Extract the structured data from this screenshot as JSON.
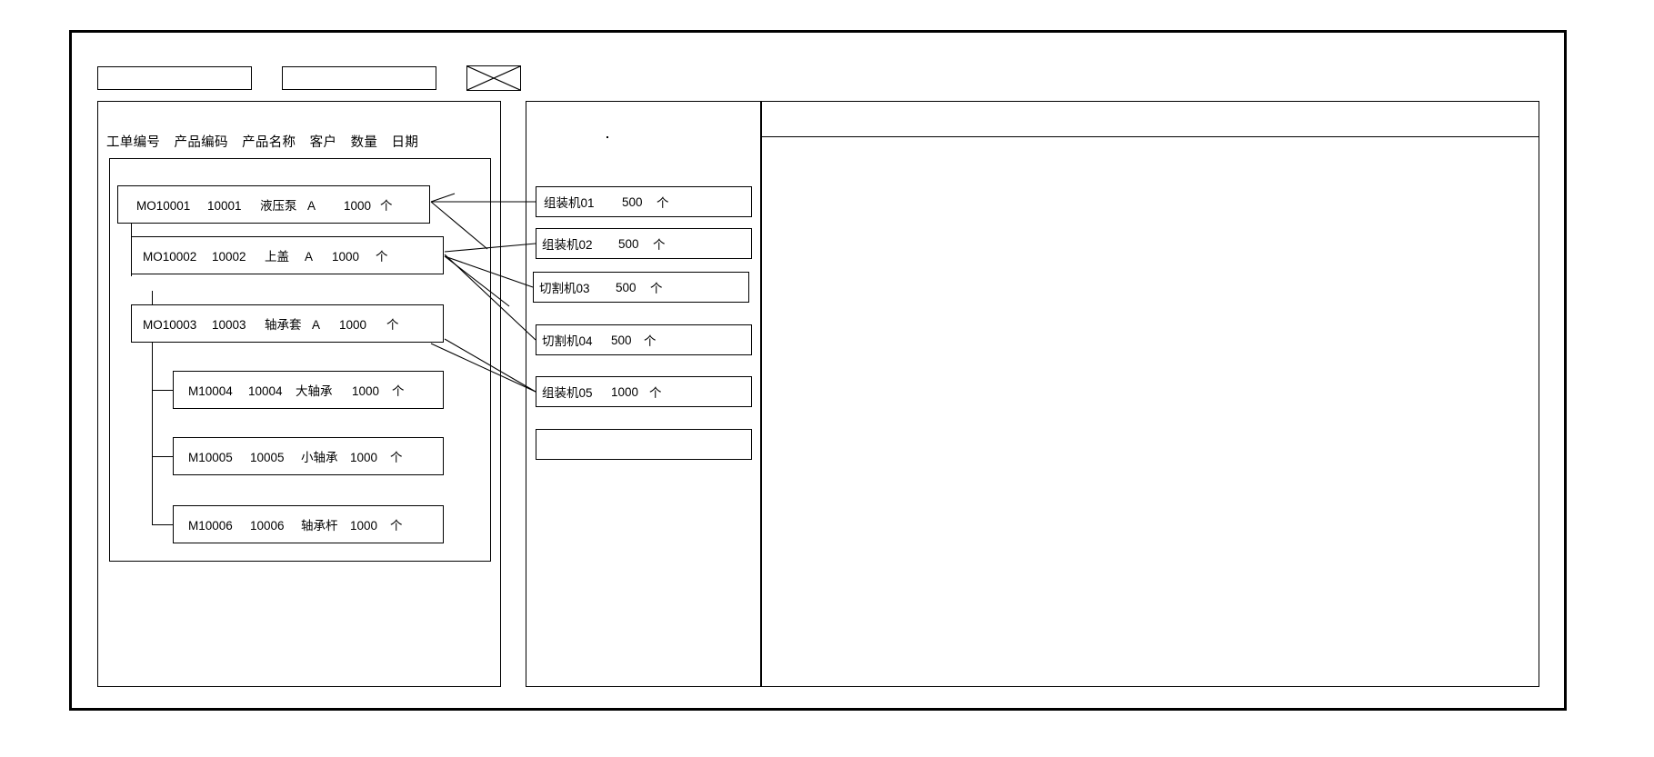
{
  "window": {
    "title": ""
  },
  "toolbar": {
    "field1_value": "",
    "field1_placeholder": "",
    "field2_value": "",
    "field2_placeholder": "",
    "icon_name": "image-placeholder-icon"
  },
  "left_panel": {
    "columns": [
      "工单编号",
      "产品编码",
      "产品名称",
      "客户",
      "数量",
      "日期"
    ],
    "rows": [
      {
        "level": 0,
        "order_no": "MO10001",
        "product_code": "10001",
        "product_name": "液压泵",
        "customer": "A",
        "qty": "1000",
        "unit": "个"
      },
      {
        "level": 1,
        "order_no": "MO10002",
        "product_code": "10002",
        "product_name": "上盖",
        "customer": "A",
        "qty": "1000",
        "unit": "个"
      },
      {
        "level": 1,
        "order_no": "MO10003",
        "product_code": "10003",
        "product_name": "轴承套",
        "customer": "A",
        "qty": "1000",
        "unit": "个"
      },
      {
        "level": 2,
        "order_no": "M10004",
        "product_code": "10004",
        "product_name": "大轴承",
        "customer": "",
        "qty": "1000",
        "unit": "个"
      },
      {
        "level": 2,
        "order_no": "M10005",
        "product_code": "10005",
        "product_name": "小轴承",
        "customer": "",
        "qty": "1000",
        "unit": "个"
      },
      {
        "level": 2,
        "order_no": "M10006",
        "product_code": "10006",
        "product_name": "轴承杆",
        "customer": "",
        "qty": "1000",
        "unit": "个"
      }
    ]
  },
  "middle_panel": {
    "machines": [
      {
        "name": "组装机01",
        "qty": "500",
        "unit": "个"
      },
      {
        "name": "组装机02",
        "qty": "500",
        "unit": "个"
      },
      {
        "name": "切割机03",
        "qty": "500",
        "unit": "个"
      },
      {
        "name": "切割机04",
        "qty": "500",
        "unit": "个"
      },
      {
        "name": "组装机05",
        "qty": "1000",
        "unit": "个"
      },
      {
        "name": "",
        "qty": "",
        "unit": ""
      }
    ]
  },
  "right_panel": {
    "header_text": "",
    "body_text": ""
  },
  "colors": {
    "stroke": "#000000",
    "background": "#ffffff",
    "frame": "#000000"
  }
}
